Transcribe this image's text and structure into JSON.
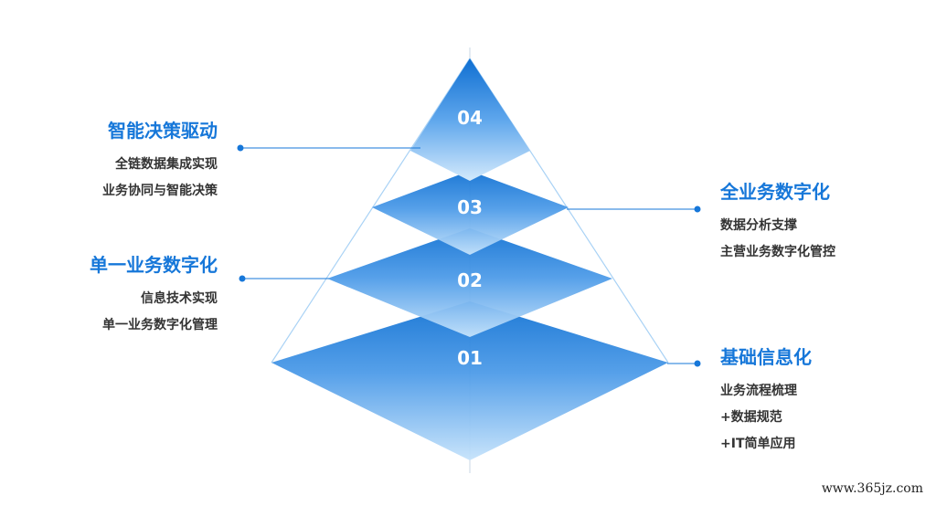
{
  "levels": [
    {
      "num": "04",
      "title": "智能决策驱动",
      "lines": [
        "全链数据集成实现",
        "业务协同与智能决策"
      ]
    },
    {
      "num": "03",
      "title": "全业务数字化",
      "lines": [
        "数据分析支撑",
        "主营业务数字化管控"
      ]
    },
    {
      "num": "02",
      "title": "单一业务数字化",
      "lines": [
        "信息技术实现",
        "单一业务数字化管理"
      ]
    },
    {
      "num": "01",
      "title": "基础信息化",
      "lines": [
        "业务流程梳理",
        "+数据规范",
        "+IT简单应用"
      ]
    }
  ],
  "watermark": "www.365jz.com",
  "colors": {
    "accent": "#1677d9",
    "text": "#333333",
    "pyramid_light": "#bfe0fb",
    "pyramid_dark": "#1a78d6"
  }
}
